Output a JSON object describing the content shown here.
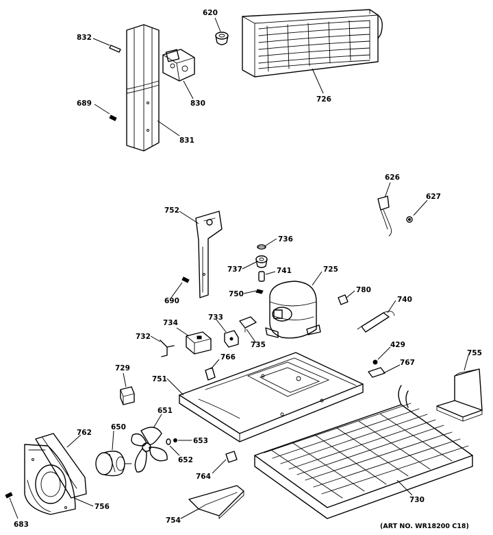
{
  "diagram": {
    "parts": [
      {
        "id": "832",
        "label": "832"
      },
      {
        "id": "620",
        "label": "620"
      },
      {
        "id": "689",
        "label": "689"
      },
      {
        "id": "830",
        "label": "830"
      },
      {
        "id": "726",
        "label": "726"
      },
      {
        "id": "831",
        "label": "831"
      },
      {
        "id": "626",
        "label": "626"
      },
      {
        "id": "627",
        "label": "627"
      },
      {
        "id": "752",
        "label": "752"
      },
      {
        "id": "736",
        "label": "736"
      },
      {
        "id": "737",
        "label": "737"
      },
      {
        "id": "741",
        "label": "741"
      },
      {
        "id": "725",
        "label": "725"
      },
      {
        "id": "750",
        "label": "750"
      },
      {
        "id": "690",
        "label": "690"
      },
      {
        "id": "780",
        "label": "780"
      },
      {
        "id": "740",
        "label": "740"
      },
      {
        "id": "734",
        "label": "734"
      },
      {
        "id": "733",
        "label": "733"
      },
      {
        "id": "732",
        "label": "732"
      },
      {
        "id": "735",
        "label": "735"
      },
      {
        "id": "429",
        "label": "429"
      },
      {
        "id": "767",
        "label": "767"
      },
      {
        "id": "755",
        "label": "755"
      },
      {
        "id": "766",
        "label": "766"
      },
      {
        "id": "729",
        "label": "729"
      },
      {
        "id": "751",
        "label": "751"
      },
      {
        "id": "651",
        "label": "651"
      },
      {
        "id": "762",
        "label": "762"
      },
      {
        "id": "650",
        "label": "650"
      },
      {
        "id": "653",
        "label": "653"
      },
      {
        "id": "652",
        "label": "652"
      },
      {
        "id": "764",
        "label": "764"
      },
      {
        "id": "730",
        "label": "730"
      },
      {
        "id": "756",
        "label": "756"
      },
      {
        "id": "754",
        "label": "754"
      },
      {
        "id": "683",
        "label": "683"
      }
    ],
    "art_number": "(ART NO. WR18200 C18)"
  }
}
